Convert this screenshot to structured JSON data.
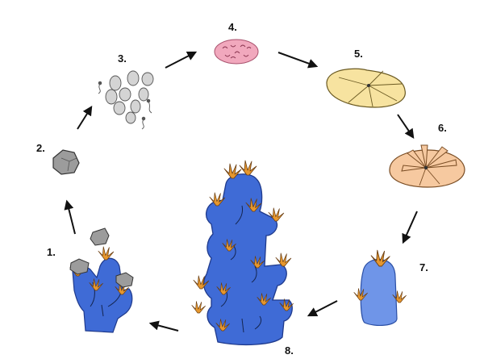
{
  "stages": [
    {
      "number": "1.",
      "name": "parent-colony"
    },
    {
      "number": "2.",
      "name": "spawned-bundle"
    },
    {
      "number": "3.",
      "name": "eggs-and-sperm"
    },
    {
      "number": "4.",
      "name": "fertilized-embryo"
    },
    {
      "number": "5.",
      "name": "larva"
    },
    {
      "number": "6.",
      "name": "settled-larva"
    },
    {
      "number": "7.",
      "name": "juvenile-polyp"
    },
    {
      "number": "8.",
      "name": "adult-colony"
    }
  ],
  "colors": {
    "coral_blue": "#3f6bd6",
    "juvenile_blue": "#6f95e8",
    "polyp_orange": "#e6972e",
    "bundle_gray": "#9c9c9c",
    "egg_gray": "#d4d4d4",
    "embryo_pink": "#f1a8bd",
    "larva_yellow": "#f7e3a0",
    "settled_peach": "#f6c9a0",
    "arrow_black": "#111111"
  }
}
